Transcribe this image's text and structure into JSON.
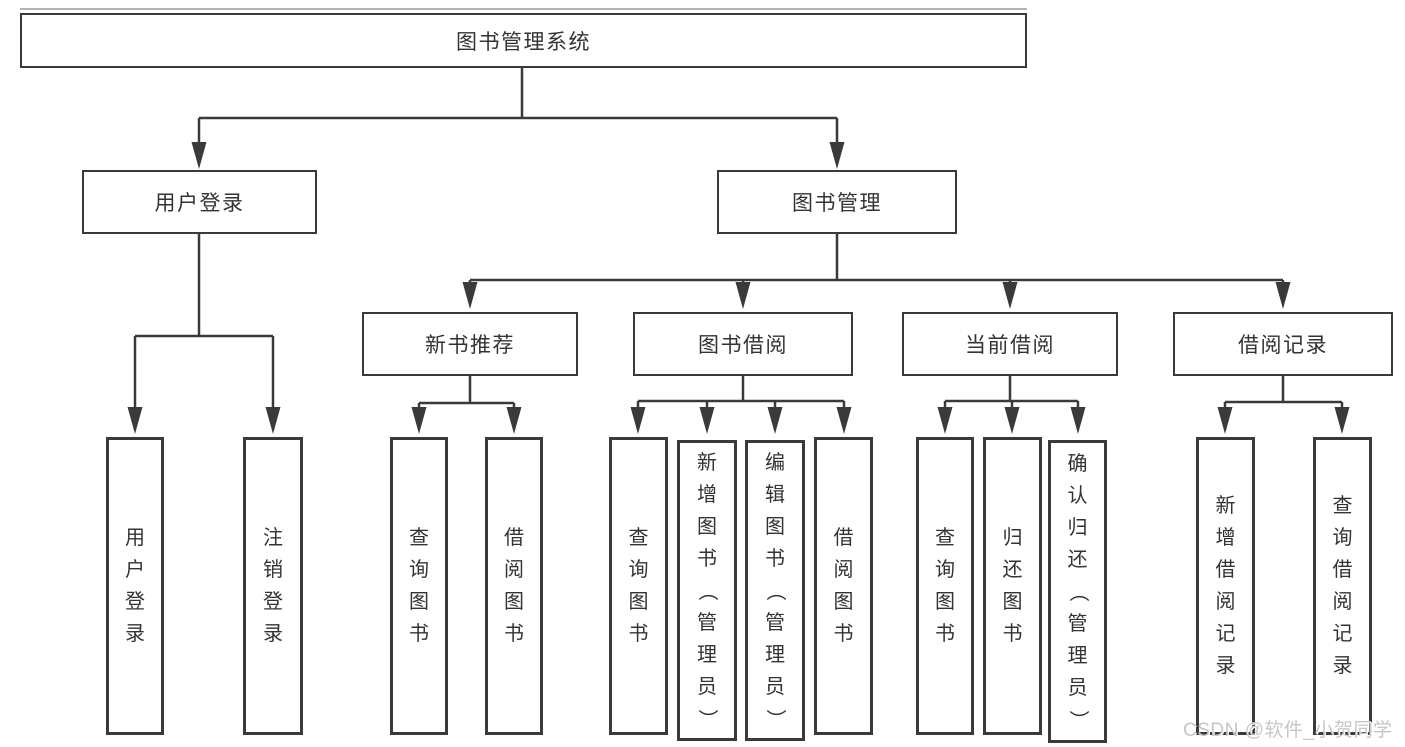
{
  "tree": {
    "root_label": "图书管理系统",
    "login": {
      "label": "用户登录",
      "children": [
        "用户登录",
        "注销登录"
      ]
    },
    "management": {
      "label": "图书管理",
      "groups": [
        {
          "label": "新书推荐",
          "children": [
            "查询图书",
            "借阅图书"
          ]
        },
        {
          "label": "图书借阅",
          "children": [
            "查询图书",
            "新增图书（管理员）",
            "编辑图书（管理员）",
            "借阅图书"
          ]
        },
        {
          "label": "当前借阅",
          "children": [
            "查询图书",
            "归还图书",
            "确认归还（管理员）"
          ]
        },
        {
          "label": "借阅记录",
          "children": [
            "新增借阅记录",
            "查询借阅记录"
          ]
        }
      ]
    }
  },
  "watermark": {
    "text": "CSDN @软件_小贺同学"
  },
  "colors": {
    "stroke": "#3a3a3a",
    "node_text": "#333333",
    "watermark": "#c6c6c6",
    "background": "#ffffff"
  }
}
